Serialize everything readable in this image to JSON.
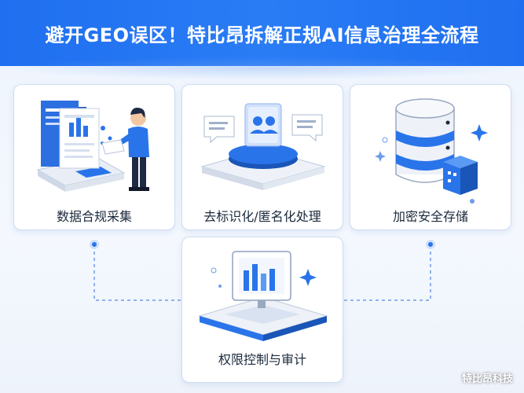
{
  "header": {
    "title": "避开GEO误区！特比昂拆解正规AI信息治理全流程"
  },
  "steps": [
    {
      "label": "数据合规采集"
    },
    {
      "label": "去标识化/匿名化处理"
    },
    {
      "label": "加密安全存储"
    },
    {
      "label": "权限控制与审计"
    }
  ],
  "watermark": "特比昂科技",
  "colors": {
    "primary": "#2a74ea",
    "header": "#1f6ff0",
    "card_border": "#cfdcf0"
  }
}
